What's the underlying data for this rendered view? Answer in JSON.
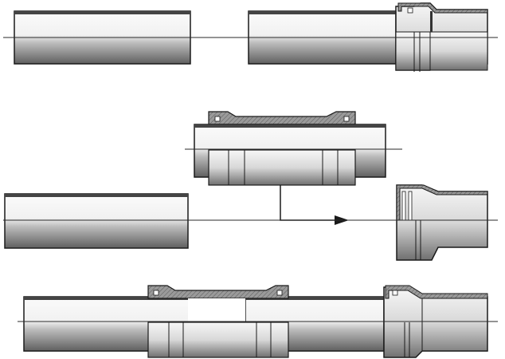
{
  "diagram": {
    "labels": [],
    "colors": {
      "background": "#ffffff",
      "outline": "#1a1a1a",
      "section_fill": "#8a8a8a",
      "pipe_light": "#f4f4f4",
      "pipe_dark": "#6a6a6a",
      "centerline": "#2a2a2a"
    },
    "icons": [
      "pipe-section",
      "coupling-sleeve",
      "socket-fitting",
      "arrow-right"
    ]
  }
}
